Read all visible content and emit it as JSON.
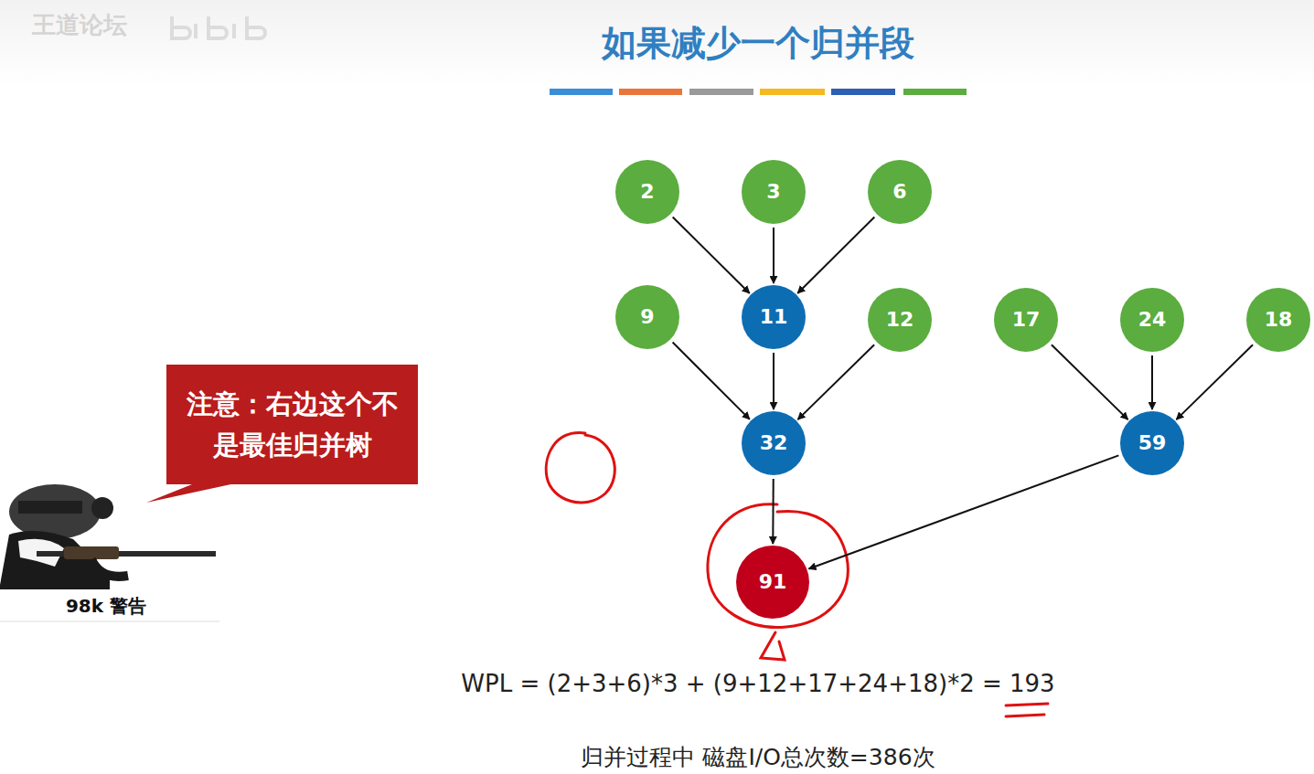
{
  "diagram": {
    "title": "如果减少一个归并段",
    "nodes": [
      {
        "text": [
          "2"
        ]
      },
      {
        "text": [
          "3"
        ]
      },
      {
        "text": [
          "6"
        ]
      },
      {
        "text": [
          "9"
        ]
      },
      {
        "text": [
          "11"
        ]
      },
      {
        "text": [
          "12"
        ]
      },
      {
        "text": [
          "17"
        ]
      },
      {
        "text": [
          "24"
        ]
      },
      {
        "text": [
          "18"
        ]
      },
      {
        "text": [
          "32"
        ]
      },
      {
        "text": [
          "59"
        ]
      },
      {
        "text": [
          "91"
        ]
      },
      {
        "text": [
          "注意：右边这个不是最佳归并树"
        ]
      }
    ],
    "edges": [
      {
        "from": 0,
        "to": 4,
        "arrow": "to"
      },
      {
        "from": 1,
        "to": 4,
        "arrow": "to"
      },
      {
        "from": 2,
        "to": 4,
        "arrow": "to"
      },
      {
        "from": 3,
        "to": 9,
        "arrow": "to"
      },
      {
        "from": 4,
        "to": 9,
        "arrow": "to"
      },
      {
        "from": 5,
        "to": 9,
        "arrow": "to"
      },
      {
        "from": 6,
        "to": 10,
        "arrow": "to"
      },
      {
        "from": 7,
        "to": 10,
        "arrow": "to"
      },
      {
        "from": 8,
        "to": 10,
        "arrow": "to"
      },
      {
        "from": 9,
        "to": 11,
        "arrow": "to"
      },
      {
        "from": 10,
        "to": 11,
        "arrow": "to"
      }
    ],
    "labels": [
      "王道论坛",
      "98k 警告",
      "WPL = (2+3+6)*3 + (9+12+17+24+18)*2 = 193",
      "归并过程中 磁盘I/O总次数=386次"
    ]
  }
}
